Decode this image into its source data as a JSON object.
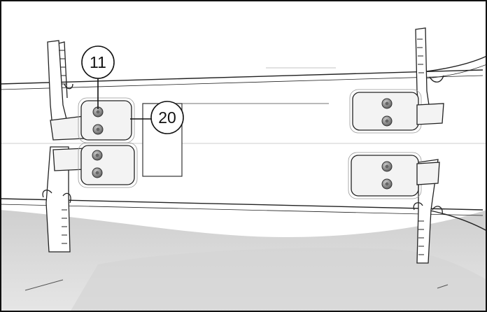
{
  "figure": {
    "frame_color": "#111111",
    "line_color": "#222222",
    "part_fill": "#ffffff",
    "shadow_fill": "#d9d9d9",
    "bracket_fill": "#f3f3f3",
    "bolt_fill": "#8c8c8c"
  },
  "callouts": [
    {
      "label": "11",
      "target": "fastener"
    },
    {
      "label": "20",
      "target": "bracket"
    }
  ]
}
